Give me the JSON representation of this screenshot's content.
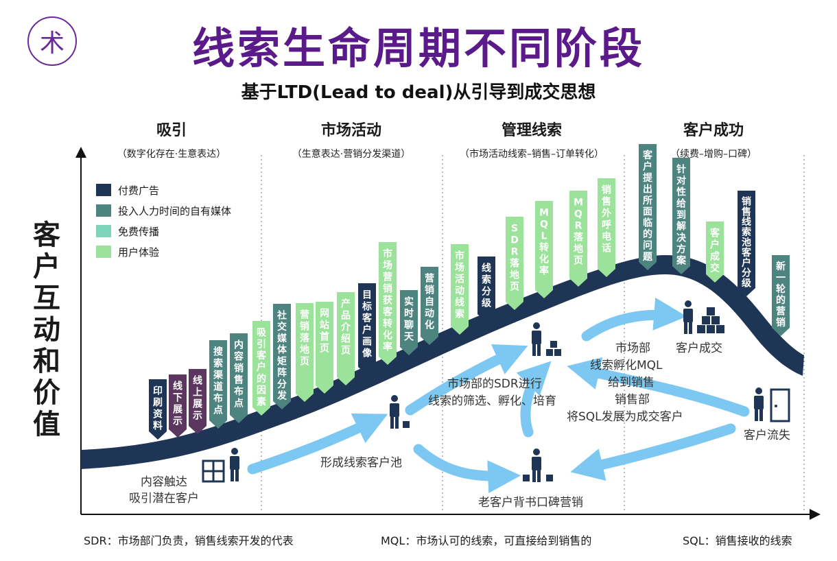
{
  "header": {
    "logo_char": "术",
    "title": "线索生命周期不同阶段",
    "subtitle": "基于LTD(Lead to deal)从引导到成交思想"
  },
  "stages": [
    {
      "name": "吸引",
      "desc": "（数字化存在·生意表达）"
    },
    {
      "name": "市场活动",
      "desc": "（生意表达·营销分发渠道）"
    },
    {
      "name": "管理线索",
      "desc": "（市场活动线索–销售–订单转化）"
    },
    {
      "name": "客户成功",
      "desc": "（续费–增购–口碑）"
    }
  ],
  "y_axis": "客户互动和价值",
  "legend": [
    {
      "label": "付费广告",
      "color": "#1f3555"
    },
    {
      "label": "投入人力时间的自有媒体",
      "color": "#4d8480"
    },
    {
      "label": "免费传播",
      "color": "#7fd3b8"
    },
    {
      "label": "用户体验",
      "color": "#9be29a"
    }
  ],
  "tags": [
    {
      "text": "印刷资料",
      "kind": 0
    },
    {
      "text": "线下展示",
      "kind": 4
    },
    {
      "text": "线上展示",
      "kind": 4
    },
    {
      "text": "搜索渠道布点",
      "kind": 1
    },
    {
      "text": "内容销售布点",
      "kind": 1
    },
    {
      "text": "吸引客户的因素",
      "kind": 3
    },
    {
      "text": "社交媒体矩阵分发",
      "kind": 1
    },
    {
      "text": "营销落地页",
      "kind": 3
    },
    {
      "text": "网站首页",
      "kind": 3
    },
    {
      "text": "产品介绍页",
      "kind": 3
    },
    {
      "text": "目标客户画像",
      "kind": 0
    },
    {
      "text": "市场营销获客转化率",
      "kind": 3
    },
    {
      "text": "实时聊天",
      "kind": 1
    },
    {
      "text": "营销自动化",
      "kind": 1
    },
    {
      "text": "市场活动线索",
      "kind": 3
    },
    {
      "text": "线索分级",
      "kind": 0
    },
    {
      "text": "SDR落地页",
      "kind": 3
    },
    {
      "text": "MQL转化率",
      "kind": 3
    },
    {
      "text": "MQR落地页",
      "kind": 3
    },
    {
      "text": "销售外呼电话",
      "kind": 3
    },
    {
      "text": "客户提出所面临的问题",
      "kind": 1
    },
    {
      "text": "针对性给到解决方案",
      "kind": 1
    },
    {
      "text": "客户成交",
      "kind": 3
    },
    {
      "text": "销售线索池客户分级",
      "kind": 0
    },
    {
      "text": "新一轮的营销",
      "kind": 1
    }
  ],
  "flow_labels": {
    "content_reach": "内容触达",
    "attract_potential": "吸引潜在客户",
    "lead_pool": "形成线索客户池",
    "sdr_line1": "市场部的SDR进行",
    "sdr_line2": "线索的筛选、孵化、培育",
    "mkt_line1": "市场部",
    "mkt_line2": "线索孵化MQL",
    "mkt_line3": "给到销售",
    "sales_line1": "销售部",
    "sales_line2": "将SQL发展为成交客户",
    "deal": "客户成交",
    "churn": "客户流失",
    "referral": "老客户背书口碑营销"
  },
  "footer": {
    "sdr": "SDR：市场部门负责，销售线索开发的代表",
    "mql": "MQL：市场认可的线索，可直接给到销售的",
    "sql": "SQL：销售接收的线索"
  }
}
